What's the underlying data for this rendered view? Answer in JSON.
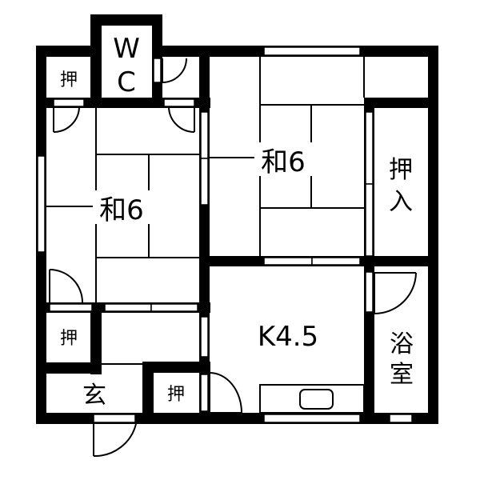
{
  "plan": {
    "rooms": {
      "wc": {
        "line1": "W",
        "line2": "C"
      },
      "closet_top_left": {
        "label": "押"
      },
      "washitsu_left": {
        "label": "和6"
      },
      "washitsu_right": {
        "label": "和6"
      },
      "oshiire_right": {
        "line1": "押",
        "line2": "入"
      },
      "kitchen": {
        "label": "K4.5"
      },
      "bath": {
        "line1": "浴",
        "line2": "室"
      },
      "closet_mid_left": {
        "label": "押"
      },
      "entrance": {
        "label": "玄"
      },
      "closet_bottom": {
        "label": "押"
      }
    },
    "colors": {
      "wall": "#000000",
      "background": "#ffffff"
    }
  }
}
